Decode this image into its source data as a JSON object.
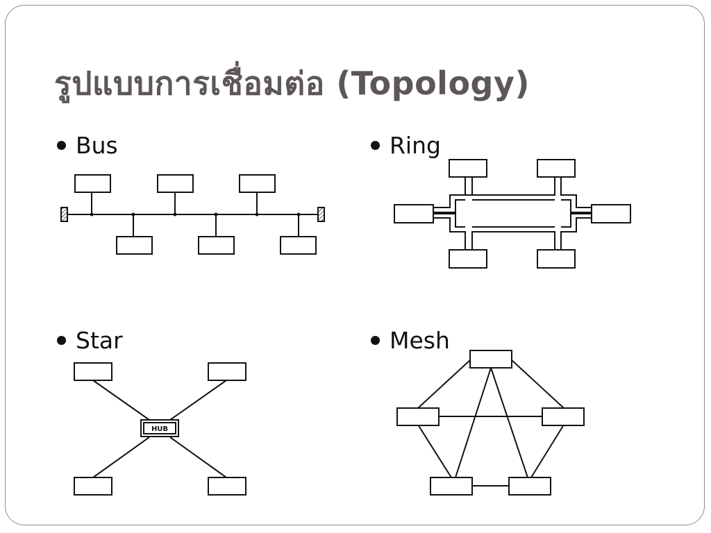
{
  "slide": {
    "title": "รูปแบบการเชื่อมต่อ (Topology)"
  },
  "topologies": {
    "bus": {
      "label": "Bus"
    },
    "ring": {
      "label": "Ring"
    },
    "star": {
      "label": "Star",
      "hub_label": "HUB"
    },
    "mesh": {
      "label": "Mesh"
    }
  }
}
